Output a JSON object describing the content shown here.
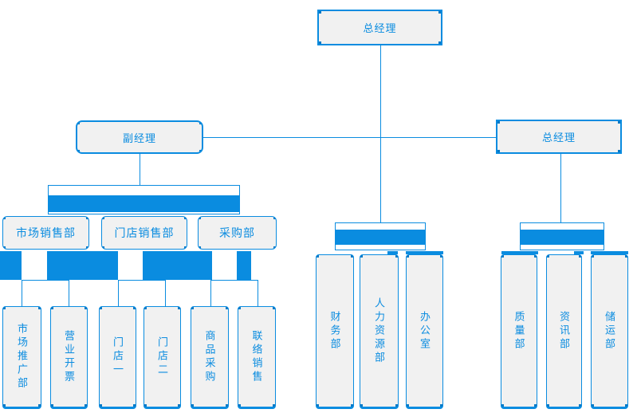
{
  "diagram_title": "organization-chart",
  "colors": {
    "accent": "#0a8ce0",
    "node_fill": "#f1f1f1",
    "node_text": "#0a8ce0",
    "background": "#ffffff"
  },
  "org": {
    "root": {
      "label": "总经理"
    },
    "deputy": {
      "label": "副经理"
    },
    "manager2": {
      "label": "总经理"
    },
    "left_group": {
      "departments": [
        {
          "label": "市场销售部"
        },
        {
          "label": "门店销售部"
        },
        {
          "label": "采购部"
        }
      ],
      "leaves": [
        {
          "label": "市场推广部"
        },
        {
          "label": "营业开票"
        },
        {
          "label": "门店一"
        },
        {
          "label": "门店二"
        },
        {
          "label": "商品采购"
        },
        {
          "label": "联络销售"
        }
      ]
    },
    "middle_group": {
      "leaves": [
        {
          "label": "财务部"
        },
        {
          "label": "人力资源部"
        },
        {
          "label": "办公室"
        }
      ]
    },
    "right_group": {
      "leaves": [
        {
          "label": "质量部"
        },
        {
          "label": "资讯部"
        },
        {
          "label": "储运部"
        }
      ]
    }
  }
}
